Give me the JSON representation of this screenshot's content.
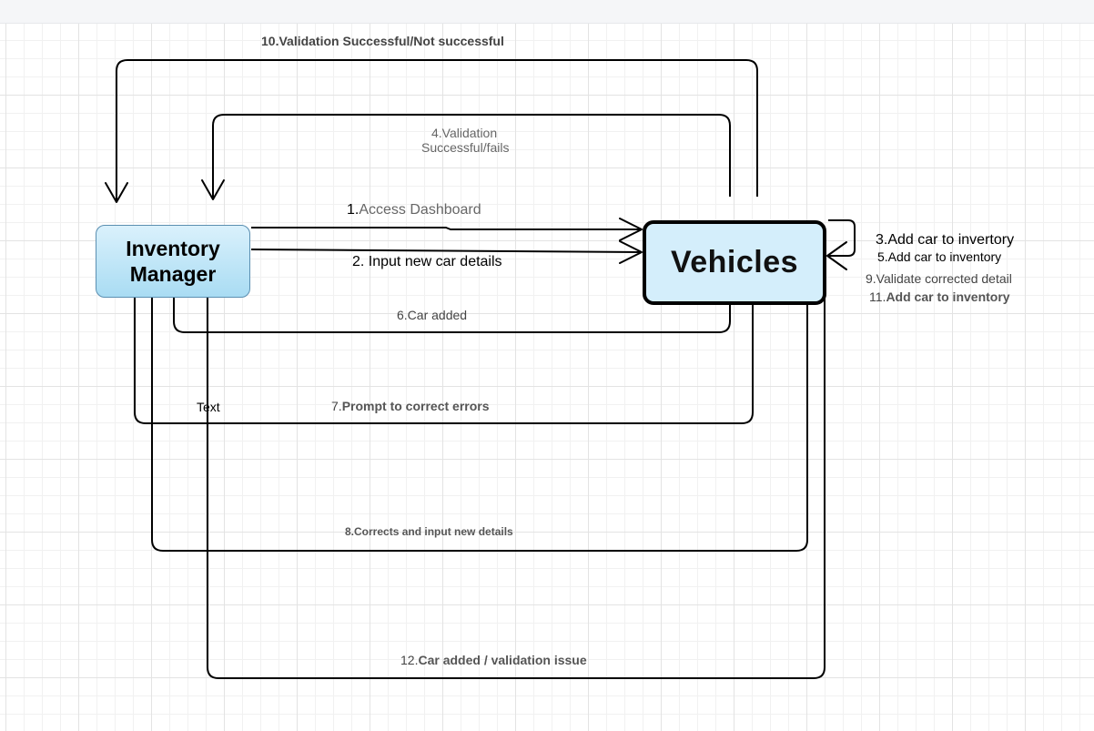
{
  "diagram": {
    "nodes": {
      "inventory_manager": "Inventory\nManager",
      "vehicles": "Vehicles"
    },
    "labels": {
      "l10": "10.Validation Successful/Not successful",
      "l4a": "4.Validation",
      "l4b": "Successful/fails",
      "l1_num": "1.",
      "l1_text": "Access Dashboard",
      "l2": "2. Input new car details",
      "l3": "3.Add car to invertory",
      "l5": "5.Add car to inventory",
      "l9": "9.Validate corrected detail",
      "l11_num": "11.",
      "l11_text": "Add car to inventory",
      "l6": "6.Car added",
      "l7_num": "7.",
      "l7_text": "Prompt to correct errors",
      "text_placeholder": "Text",
      "l8": "8.Corrects and input new details",
      "l12_num": "12.",
      "l12_text": "Car added / validation issue"
    },
    "colors": {
      "manager_fill_top": "#daf1fc",
      "manager_fill_bottom": "#a9dcf3",
      "manager_border": "#5b8fb1",
      "vehicles_fill": "#d4eefb",
      "vehicles_border": "#000000",
      "grid": "#e3e3e3"
    }
  }
}
